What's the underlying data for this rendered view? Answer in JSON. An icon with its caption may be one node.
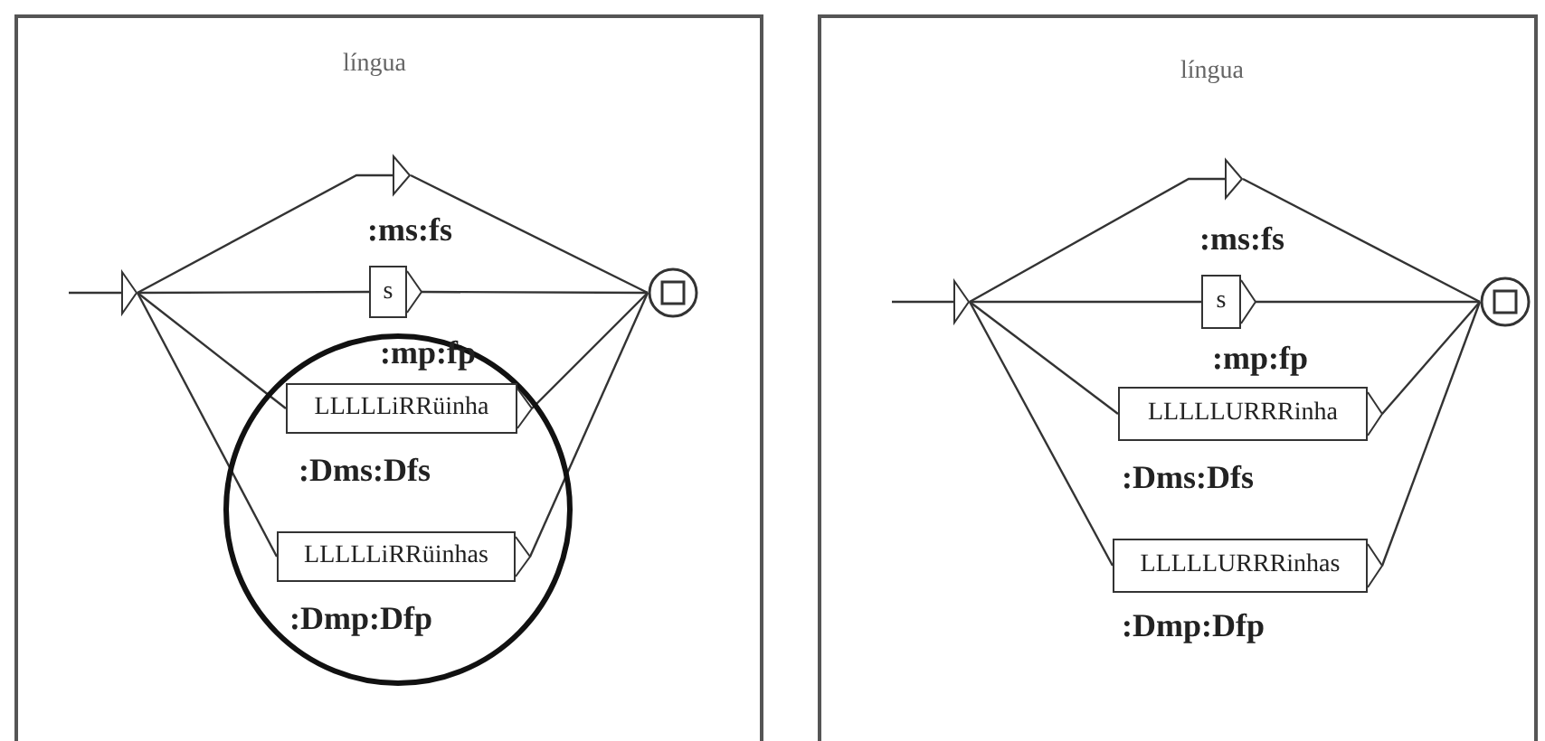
{
  "diagram": {
    "nodes": [
      {
        "text": [
          "língua"
        ]
      },
      {
        "text": [],
        "shape": "triangle",
        "in": 0
      },
      {
        "text": [],
        "shape": "triangle",
        "in": 0,
        "beside": [
          ":ms:fs"
        ]
      },
      {
        "text": [
          "s"
        ],
        "in": 0,
        "beside": [
          ":mp:fp"
        ]
      },
      {
        "text": [
          "LLLLLiRRüinha"
        ],
        "in": 0,
        "beside": [
          ":Dms:Dfs"
        ]
      },
      {
        "text": [
          "LLLLLiRRüinhas"
        ],
        "in": 0,
        "beside": [
          ":Dmp:Dfp"
        ]
      },
      {
        "text": [],
        "shape": "circle",
        "in": 0
      },
      {
        "text": [
          "língua"
        ]
      },
      {
        "text": [],
        "shape": "triangle",
        "in": 7
      },
      {
        "text": [],
        "shape": "triangle",
        "in": 7,
        "beside": [
          ":ms:fs"
        ]
      },
      {
        "text": [
          "s"
        ],
        "in": 7,
        "beside": [
          ":mp:fp"
        ]
      },
      {
        "text": [
          "LLLLLURRRinha"
        ],
        "in": 7,
        "beside": [
          ":Dms:Dfs"
        ]
      },
      {
        "text": [
          "LLLLLURRRinhas"
        ],
        "in": 7,
        "beside": [
          ":Dmp:Dfp"
        ]
      },
      {
        "text": [],
        "shape": "circle",
        "in": 7
      }
    ],
    "edges": [
      {
        "from": null,
        "to": 1,
        "arrow": "none"
      },
      {
        "from": 1,
        "to": 2,
        "arrow": "none"
      },
      {
        "from": 1,
        "to": 3,
        "arrow": "none"
      },
      {
        "from": 1,
        "to": 4,
        "arrow": "none"
      },
      {
        "from": 1,
        "to": 5,
        "arrow": "none"
      },
      {
        "from": 2,
        "to": 6,
        "arrow": "none"
      },
      {
        "from": 3,
        "to": 6,
        "arrow": "none"
      },
      {
        "from": 4,
        "to": 6,
        "arrow": "none"
      },
      {
        "from": 5,
        "to": 6,
        "arrow": "none"
      },
      {
        "from": null,
        "to": 8,
        "arrow": "none"
      },
      {
        "from": 8,
        "to": 9,
        "arrow": "none"
      },
      {
        "from": 8,
        "to": 10,
        "arrow": "none"
      },
      {
        "from": 8,
        "to": 11,
        "arrow": "none"
      },
      {
        "from": 8,
        "to": 12,
        "arrow": "none"
      },
      {
        "from": 9,
        "to": 13,
        "arrow": "none"
      },
      {
        "from": 10,
        "to": 13,
        "arrow": "none"
      },
      {
        "from": 11,
        "to": 13,
        "arrow": "none"
      },
      {
        "from": 12,
        "to": 13,
        "arrow": "none"
      }
    ]
  }
}
